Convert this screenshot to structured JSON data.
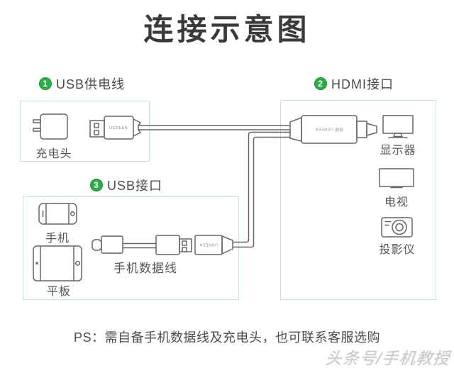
{
  "title": "连接示意图",
  "sections": {
    "usb_power": {
      "number": "1",
      "label": "USB供电线"
    },
    "hdmi": {
      "number": "2",
      "label": "HDMI接口"
    },
    "usb_port": {
      "number": "3",
      "label": "USB接口"
    }
  },
  "labels": {
    "charger": "充电头",
    "phone": "手机",
    "tablet": "平板",
    "phone_data_cable": "手机数据线",
    "monitor": "显示器",
    "tv": "电视",
    "projector": "投影仪"
  },
  "brand": {
    "usb_plug": "UGREEN",
    "hdmi_plug": "绿联 UGREEN",
    "usb_socket": "UGREEN"
  },
  "footer": {
    "note": "PS：需自备手机数据线及充电头，也可联系客服选购",
    "watermark": "头条号/手机教授"
  },
  "colors": {
    "accent_green": "#2eac47",
    "box_border": "#cbe4d1",
    "line_color": "#666666",
    "title_text": "#3a3a3a",
    "body_text": "#4a4a4a",
    "watermark_gray": "#c9c9c9"
  }
}
